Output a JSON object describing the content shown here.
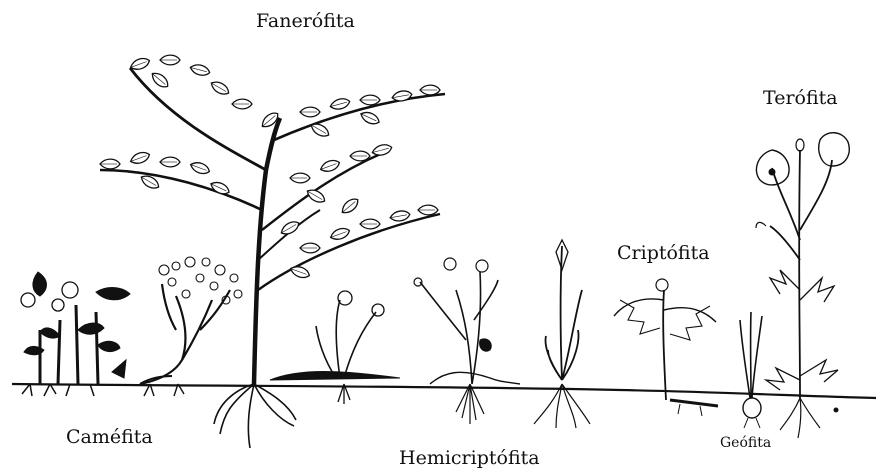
{
  "labels": {
    "fanerofita": "Fanerófita",
    "terofita": "Terófita",
    "criptofita": "Criptófita",
    "camefita": "Caméfita",
    "hemicriptofita": "Hemicriptófita",
    "geofita": "Geófita"
  },
  "colors": {
    "ink": "#111111",
    "background": "#ffffff"
  }
}
